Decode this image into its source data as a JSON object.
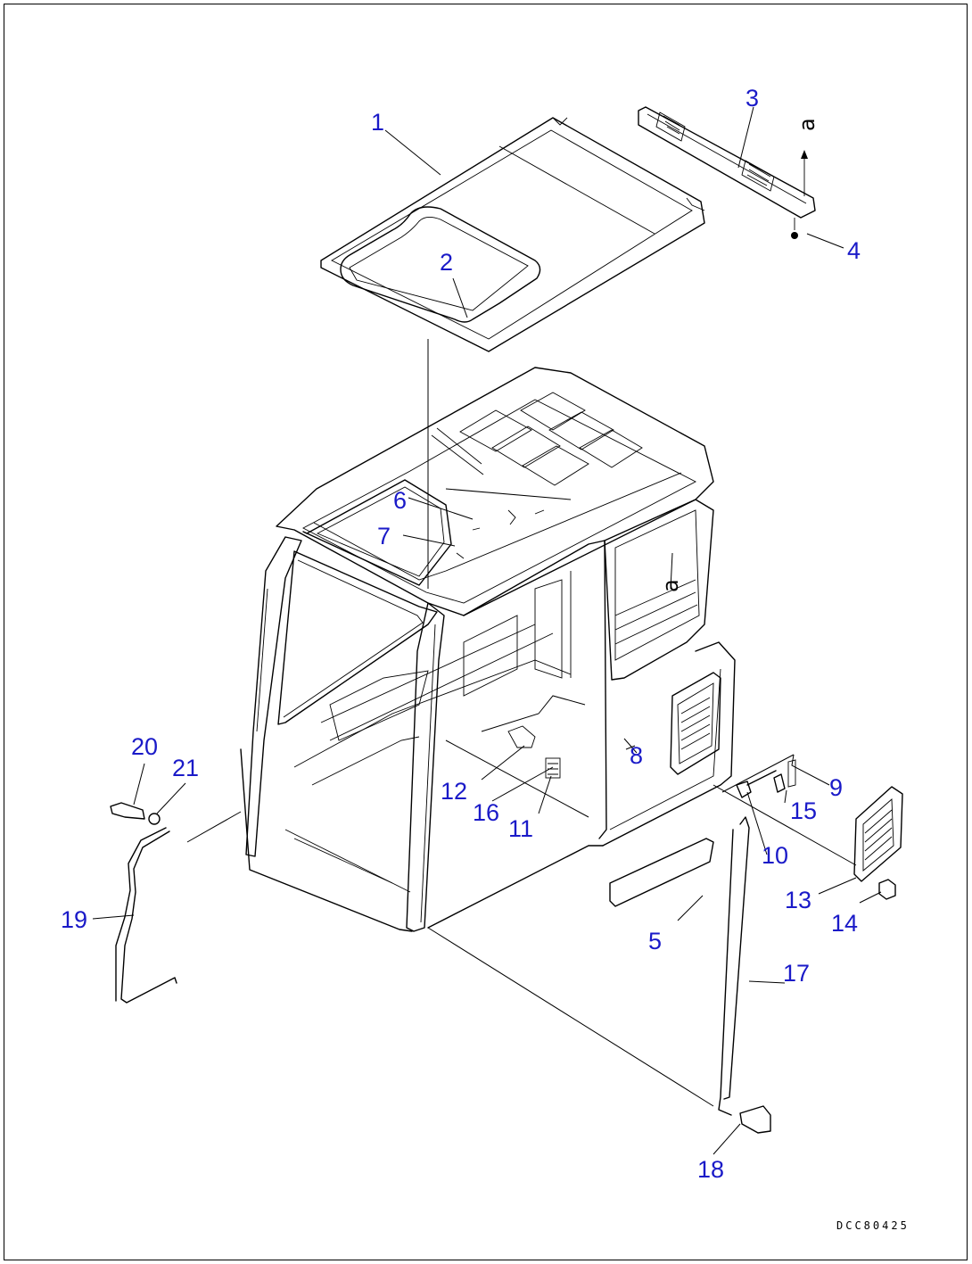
{
  "callouts": [
    {
      "label": "1"
    },
    {
      "label": "2"
    },
    {
      "label": "3"
    },
    {
      "label": "4"
    },
    {
      "label": "5"
    },
    {
      "label": "6"
    },
    {
      "label": "7"
    },
    {
      "label": "8"
    },
    {
      "label": "9"
    },
    {
      "label": "10"
    },
    {
      "label": "11"
    },
    {
      "label": "12"
    },
    {
      "label": "13"
    },
    {
      "label": "14"
    },
    {
      "label": "15"
    },
    {
      "label": "16"
    },
    {
      "label": "17"
    },
    {
      "label": "18"
    },
    {
      "label": "19"
    },
    {
      "label": "20"
    },
    {
      "label": "21"
    }
  ],
  "ref_marks": [
    {
      "label": "a"
    },
    {
      "label": "a"
    }
  ],
  "drawing_code": "DCC80425",
  "colors": {
    "callout": "#1a1ac8",
    "line": "#000000"
  }
}
